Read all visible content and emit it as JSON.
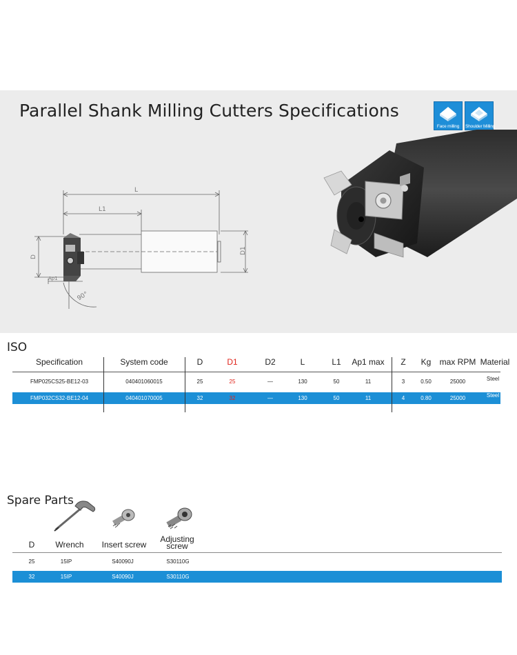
{
  "title": "Parallel Shank Milling Cutters Specifications",
  "badges": [
    {
      "label": "Face milling",
      "icon": "face-milling-icon"
    },
    {
      "label": "Shoulder Milling",
      "icon": "shoulder-milling-icon"
    }
  ],
  "drawing": {
    "L": "L",
    "L1": "L1",
    "D": "D",
    "D1": "D1",
    "Ap1": "Ap1",
    "angle": "90°"
  },
  "iso": {
    "title": "ISO",
    "headers": [
      "Specification",
      "System code",
      "D",
      "D1",
      "D2",
      "L",
      "L1",
      "Ap1 max",
      "Z",
      "Kg",
      "max RPM",
      "Material"
    ],
    "rows": [
      [
        "FMP025CS25-BE12-03",
        "040401060015",
        "25",
        "25",
        "—",
        "130",
        "50",
        "11",
        "3",
        "0.50",
        "25000",
        "Steel"
      ],
      [
        "FMP032CS32-BE12-04",
        "040401070005",
        "32",
        "32",
        "—",
        "130",
        "50",
        "11",
        "4",
        "0.80",
        "25000",
        "Steel"
      ]
    ],
    "selected_row": 1
  },
  "spare_parts": {
    "title": "Spare Parts",
    "headers": [
      "D",
      "Wrench",
      "Insert screw",
      "Adjusting screw"
    ],
    "icons": [
      "wrench-icon",
      "insert-screw-icon",
      "adjusting-screw-icon"
    ],
    "rows": [
      [
        "25",
        "15IP",
        "S40090J",
        "S30110G"
      ],
      [
        "32",
        "15IP",
        "S40090J",
        "S30110G"
      ]
    ],
    "selected_row": 1
  },
  "colors": {
    "accent": "#1c8fd6",
    "highlight_text": "#e0241b",
    "hero_bg": "#ececec"
  }
}
